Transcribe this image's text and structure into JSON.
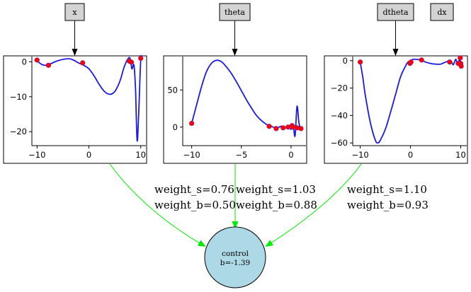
{
  "inputs": [
    {
      "id": "x",
      "label": "x"
    },
    {
      "id": "theta",
      "label": "theta"
    },
    {
      "id": "dtheta",
      "label": "dtheta"
    },
    {
      "id": "dx",
      "label": "dx"
    }
  ],
  "panels": [
    {
      "xticks": [
        "−10",
        "0",
        "10"
      ],
      "yticks": [
        "0",
        "−10",
        "−20"
      ]
    },
    {
      "xticks": [
        "−10",
        "−5",
        "0"
      ],
      "yticks": [
        "50",
        "0"
      ]
    },
    {
      "xticks": [
        "−10",
        "0",
        "10"
      ],
      "yticks": [
        "0",
        "−20",
        "−40",
        "−60"
      ]
    }
  ],
  "edges": [
    {
      "weight_s": "weight_s=0.76",
      "weight_b": "weight_b=0.50"
    },
    {
      "weight_s": "weight_s=1.03",
      "weight_b": "weight_b=0.88"
    },
    {
      "weight_s": "weight_s=1.10",
      "weight_b": "weight_b=0.93"
    }
  ],
  "control": {
    "label": "control",
    "bias": "b=-1.39"
  },
  "colors": {
    "input_fill": "#d3d3d3",
    "curve": "#1a1ae6",
    "point": "#ff0000",
    "edge": "#00ee00",
    "control_fill": "#add8e6"
  },
  "chart_data": [
    {
      "type": "line",
      "title": "",
      "xlabel": "",
      "ylabel": "",
      "xlim": [
        -11,
        11
      ],
      "ylim": [
        -24,
        1.5
      ],
      "series": [
        {
          "curve_x": [
            -10.5,
            -10,
            -9,
            -8,
            -6,
            -4,
            -3,
            -2,
            -1,
            0,
            1,
            2,
            3,
            4,
            5,
            6,
            6.8,
            7.6,
            8,
            8.3,
            8.7,
            9.0,
            9.3,
            9.6,
            10,
            10.2
          ],
          "curve_y": [
            0.6,
            0.2,
            -0.8,
            -0.9,
            0.3,
            0.9,
            0.5,
            -0.3,
            -1.0,
            -2.0,
            -4.0,
            -6.5,
            -8.5,
            -9.3,
            -8.5,
            -5.5,
            -1.5,
            1.0,
            0.8,
            -2.0,
            -1.0,
            -8.0,
            -22.5,
            -15.0,
            0.5,
            1.0
          ],
          "points_x": [
            -10,
            -7.8,
            -1.2,
            7.8,
            8.2,
            10
          ],
          "points_y": [
            0.5,
            -1.0,
            -0.3,
            0.2,
            -0.1,
            1.0
          ]
        }
      ]
    },
    {
      "type": "line",
      "title": "",
      "xlabel": "",
      "ylabel": "",
      "xlim": [
        -10.9,
        1.5
      ],
      "ylim": [
        -25,
        95
      ],
      "series": [
        {
          "curve_x": [
            -10,
            -9.5,
            -9,
            -8.5,
            -8,
            -7.5,
            -7,
            -6.5,
            -6,
            -5.5,
            -5,
            -4.5,
            -4,
            -3.5,
            -3,
            -2.5,
            -2,
            -1.5,
            -1.2,
            -1,
            -0.6,
            -0.3,
            0,
            0.2,
            0.4,
            0.6,
            0.8,
            1.0
          ],
          "curve_y": [
            5,
            30,
            55,
            75,
            86,
            90,
            88,
            81,
            72,
            61,
            49,
            37,
            26,
            16,
            9,
            4,
            1,
            -1,
            0,
            1,
            -1,
            1,
            -3,
            4,
            -12,
            28,
            5,
            -2
          ],
          "points_x": [
            -10,
            -2.2,
            -1.5,
            -0.8,
            -0.3,
            0.1,
            0.2,
            0.6,
            1.0
          ],
          "points_y": [
            5,
            1,
            -2,
            -1,
            0,
            2,
            0,
            -1,
            -2
          ]
        }
      ]
    },
    {
      "type": "line",
      "title": "",
      "xlabel": "",
      "ylabel": "",
      "xlim": [
        -11.5,
        11.2
      ],
      "ylim": [
        -62,
        3
      ],
      "series": [
        {
          "curve_x": [
            -10,
            -9.5,
            -9,
            -8,
            -7,
            -6.5,
            -6,
            -5,
            -4,
            -3,
            -2,
            -1,
            -0.5,
            0,
            0.5,
            1,
            2,
            3,
            4,
            5,
            6,
            7,
            8,
            8.5,
            9,
            9.3,
            9.6,
            9.8,
            10
          ],
          "curve_y": [
            -1,
            -12,
            -25,
            -45,
            -58,
            -60,
            -58,
            -50,
            -38,
            -25,
            -12,
            -4,
            -1,
            0,
            1,
            1,
            0.5,
            -1,
            -2,
            -2.5,
            -2.5,
            -1,
            0,
            -3,
            1,
            -2,
            -1,
            2,
            -4
          ],
          "points_x": [
            -10,
            -0.1,
            0.1,
            2.2,
            7.8,
            9.5,
            9.9,
            10,
            10.1
          ],
          "points_y": [
            -1,
            -2,
            -1,
            0.5,
            -1,
            -2,
            2,
            -2,
            -4
          ]
        }
      ]
    }
  ]
}
